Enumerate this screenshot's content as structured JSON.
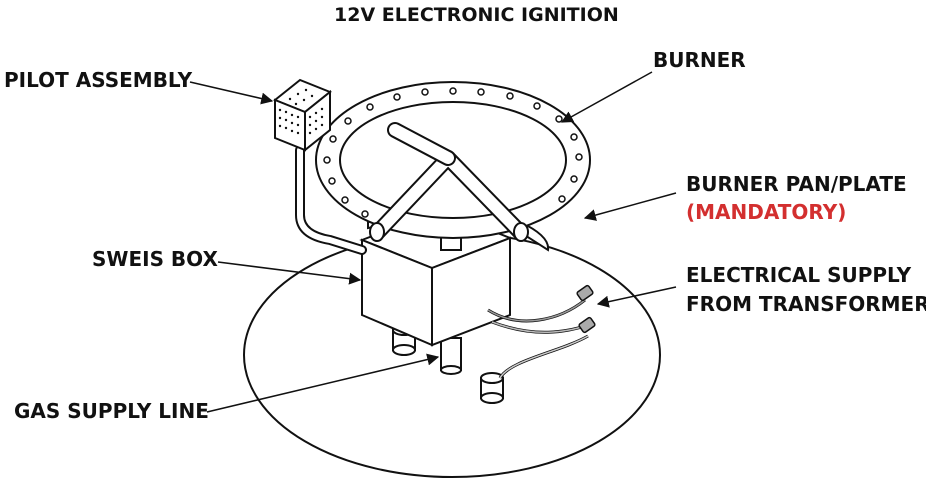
{
  "title": "12V ELECTRONIC IGNITION",
  "labels": {
    "pilot_assembly": "PILOT ASSEMBLY",
    "burner": "BURNER",
    "burner_pan_plate": "BURNER PAN/PLATE",
    "mandatory": "(MANDATORY)",
    "sweis_box": "SWEIS BOX",
    "electrical_supply_line1": "ELECTRICAL SUPPLY",
    "electrical_supply_line2": "FROM TRANSFORMER",
    "gas_supply_line": "GAS SUPPLY LINE"
  },
  "colors": {
    "ink": "#111111",
    "accent_red": "#d32f2f"
  }
}
